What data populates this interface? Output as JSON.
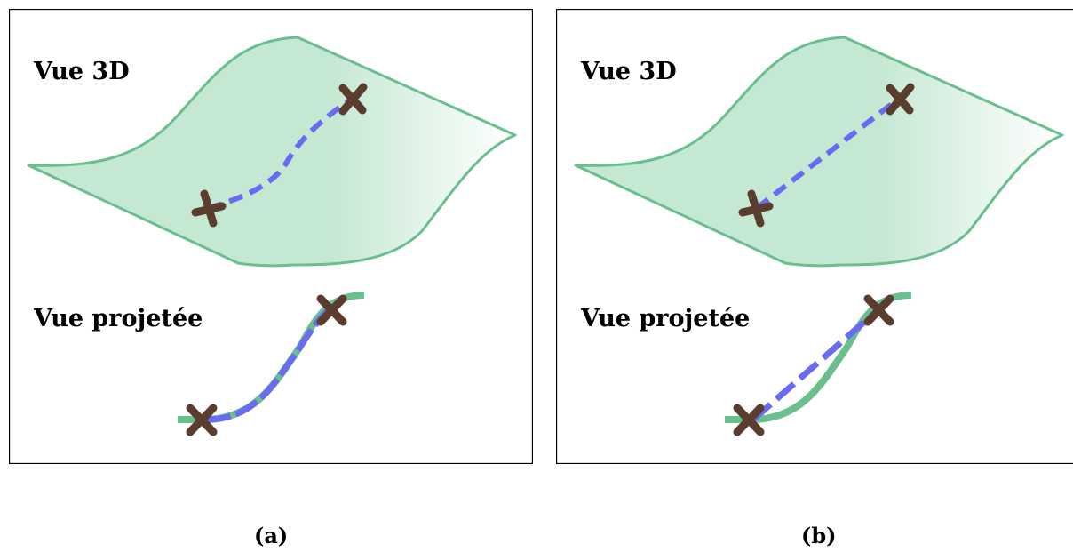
{
  "panels": [
    {
      "view3d_label": "Vue 3D",
      "projected_label": "Vue projetée",
      "caption": "(a)"
    },
    {
      "view3d_label": "Vue 3D",
      "projected_label": "Vue projetée",
      "caption": "(b)"
    }
  ],
  "colors": {
    "surface_fill": "#c5e8d2",
    "surface_stroke": "#6abf8e",
    "path": "#6b6bf2",
    "marker": "#5b3d2e",
    "frame": "#000000"
  }
}
